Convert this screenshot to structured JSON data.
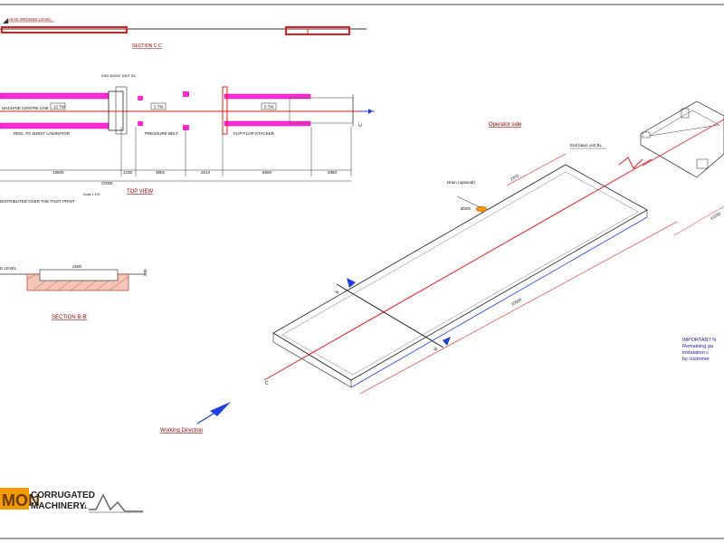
{
  "drawing": {
    "ground_level": "+0.00 GROUND LEVEL",
    "section_cc": "SECTION C-C'",
    "end_basic_unit_top": "END BASIC UNIT BL.",
    "machine_centre_line": "MACHINE CENTRE LINE",
    "reel_to_sheet": "REEL TO SHEET LAMINATOR",
    "pressure_belt": "PRESSURE BELT",
    "flip_flop": "FLIP-FLOP STACKER",
    "length_12": "12 TM",
    "length_2": "2 TM",
    "length_5": "5 TM",
    "c_mark": "C'",
    "top_view": "TOP VIEW",
    "distributed": "DISTRIBUTED OVER THE FOOT PRINT",
    "scale": "Scale 1:100",
    "dims_top": [
      "18500",
      "1235",
      "3852",
      "2613",
      "6500",
      "2950"
    ],
    "dim_total": "37000",
    "ground_level_small": "D LEVEL",
    "dim_2500": "2500",
    "dim_300": "300",
    "section_bb": "SECTION B-B'",
    "operator_side": "Operator side",
    "end_basic_unit": "End basic unit BL.",
    "drain": "Drain (optional)",
    "drain_dia": "Ø200",
    "dim_2370": "2370",
    "dim_10500": "10500",
    "dim_12230": "12230",
    "b_mark": "B",
    "b_prime": "B'",
    "c_small": "C",
    "important": [
      "IMPORTANT N",
      "Remaining ga",
      "instalation c",
      "by customer"
    ],
    "working_direction": "Working Direction"
  },
  "logo": {
    "part1": "MON",
    "part2": "CORRUGATED",
    "part3": "MACHINERY",
    "part4": "S.L"
  },
  "colors": {
    "magenta": "#ff2bd6",
    "red": "#e01e1e",
    "blue": "#1f3fdc",
    "dark": "#222222",
    "orange": "#f39a00"
  }
}
